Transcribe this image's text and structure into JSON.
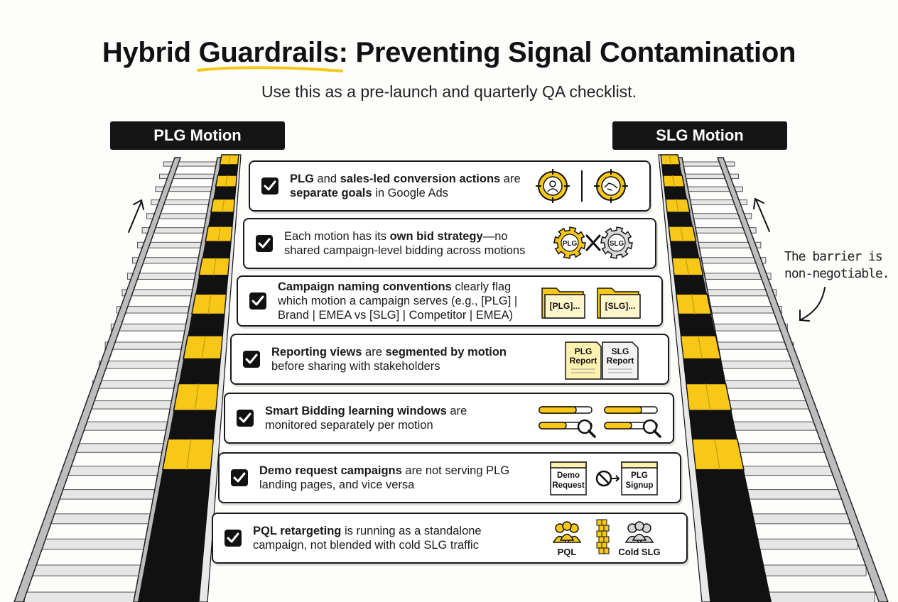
{
  "header": {
    "title_prefix": "Hybrid ",
    "title_highlight": "Guardrails",
    "title_suffix": ": Preventing Signal Contamination",
    "subtitle": "Use this as a pre-launch and quarterly QA checklist."
  },
  "lanes": {
    "left_label": "PLG Motion",
    "right_label": "SLG Motion"
  },
  "annotation": {
    "line1": "The barrier is",
    "line2": "non-negotiable."
  },
  "checklist": [
    {
      "line1": [
        {
          "t": "PLG",
          "b": true
        },
        {
          "t": " and ",
          "b": false
        },
        {
          "t": "sales-led conversion actions",
          "b": true
        },
        {
          "t": " are",
          "b": false
        }
      ],
      "line2": [
        {
          "t": "separate goals",
          "b": true
        },
        {
          "t": " in Google Ads",
          "b": false
        }
      ],
      "icon": "target-person-vs-handshake-icon"
    },
    {
      "line1": [
        {
          "t": "Each motion has its ",
          "b": false
        },
        {
          "t": "own bid strategy",
          "b": true
        },
        {
          "t": "—no",
          "b": false
        }
      ],
      "line2": [
        {
          "t": "shared campaign-level bidding across motions",
          "b": false
        }
      ],
      "icon": "plg-gear-x-slg-gear-icon",
      "icon_labels": [
        "PLG",
        "SLG"
      ]
    },
    {
      "line1": [
        {
          "t": "Campaign naming conventions",
          "b": true
        },
        {
          "t": " clearly flag",
          "b": false
        }
      ],
      "line2": [
        {
          "t": "which motion a campaign serves (e.g., [PLG] |",
          "b": false
        }
      ],
      "line3": [
        {
          "t": "Brand | EMEA vs [SLG] | Competitor | EMEA)",
          "b": false
        }
      ],
      "icon": "folder-icon",
      "icon_labels": [
        "[PLG]...",
        "[SLG]..."
      ]
    },
    {
      "line1": [
        {
          "t": "Reporting views",
          "b": true
        },
        {
          "t": " are ",
          "b": false
        },
        {
          "t": "segmented by motion",
          "b": true
        }
      ],
      "line2": [
        {
          "t": "before sharing with stakeholders",
          "b": false
        }
      ],
      "icon": "report-document-icon",
      "icon_labels": [
        "PLG",
        "Report",
        "SLG",
        "Report"
      ]
    },
    {
      "line1": [
        {
          "t": "Smart Bidding learning windows",
          "b": true
        },
        {
          "t": " are",
          "b": false
        }
      ],
      "line2": [
        {
          "t": "monitored separately per motion",
          "b": false
        }
      ],
      "icon": "progress-magnifier-icon"
    },
    {
      "line1": [
        {
          "t": "Demo request campaigns",
          "b": true
        },
        {
          "t": " are not serving PLG",
          "b": false
        }
      ],
      "line2": [
        {
          "t": "landing pages, and vice versa",
          "b": false
        }
      ],
      "icon": "browser-no-entry-icon",
      "icon_labels": [
        "Demo",
        "Request",
        "PLG",
        "Signup"
      ]
    },
    {
      "line1": [
        {
          "t": "PQL retargeting",
          "b": true
        },
        {
          "t": " is running as a standalone",
          "b": false
        }
      ],
      "line2": [
        {
          "t": "campaign, not blended with cold SLG traffic",
          "b": false
        }
      ],
      "icon": "people-wall-people-icon",
      "icon_labels": [
        "PQL",
        "Cold SLG"
      ]
    }
  ],
  "colors": {
    "accent_yellow": "#f7c817",
    "ink": "#111111",
    "rail_gray": "#9a9a9a"
  }
}
